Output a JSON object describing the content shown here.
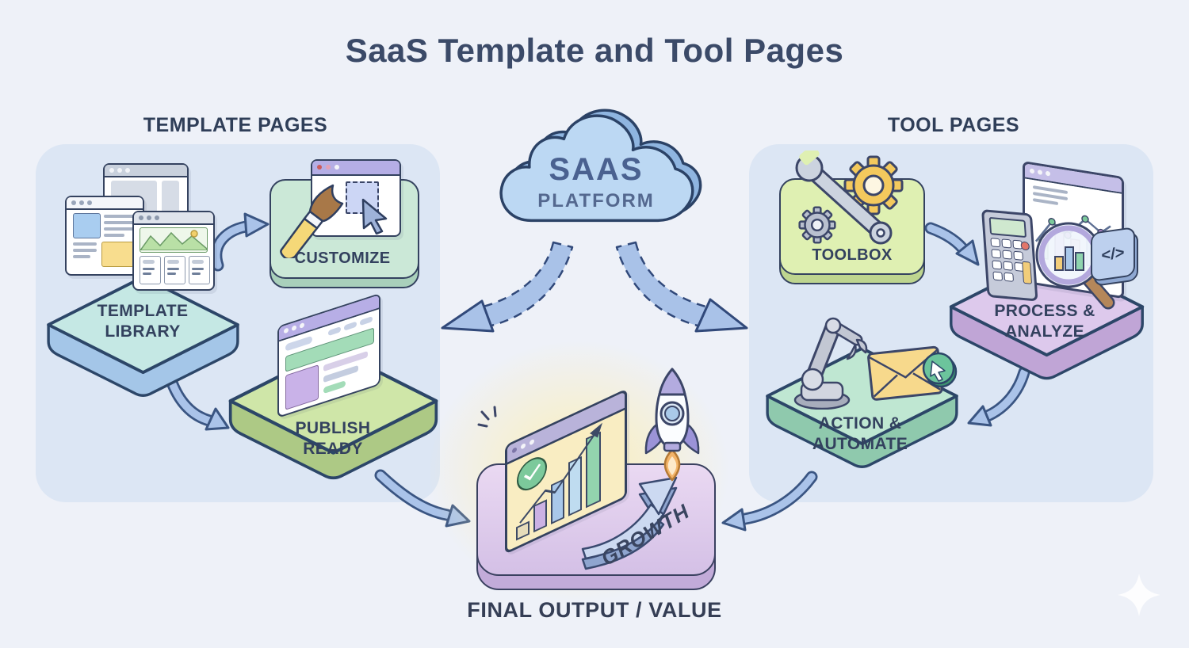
{
  "title": "SaaS Template and Tool Pages",
  "cloud": {
    "line1": "SAAS",
    "line2": "PLATFORM"
  },
  "sections": {
    "templates": {
      "header": "TEMPLATE PAGES",
      "template_library": {
        "line1": "TEMPLATE",
        "line2": "LIBRARY"
      },
      "customize": {
        "label": "CUSTOMIZE"
      },
      "publish_ready": {
        "line1": "PUBLISH",
        "line2": "READY"
      }
    },
    "tools": {
      "header": "TOOL PAGES",
      "toolbox": {
        "label": "TOOLBOX"
      },
      "process_analyze": {
        "line1": "PROCESS &",
        "line2": "ANALYZE"
      },
      "action_automate": {
        "line1": "ACTION &",
        "line2": "AUTOMATE"
      }
    }
  },
  "output": {
    "growth_label": "GROWTH",
    "label": "FINAL OUTPUT / VALUE"
  },
  "icons": {
    "code_symbol": "</>"
  },
  "colors": {
    "background": "#eef1f8",
    "panel": "#dce6f4",
    "ink": "#33415e",
    "outline": "#3c4668",
    "cloud_fill": "#bcd8f3",
    "cloud_shadow": "#8fb5e0",
    "arrow_fill": "#aac3e9",
    "arrow_outline": "#3a5582",
    "template_library_fill": "#c5e8e4",
    "customize_fill": "#cbe8d7",
    "publish_ready_fill": "#cfe6a8",
    "toolbox_fill": "#dff0b2",
    "process_analyze_fill": "#ddc9ec",
    "action_automate_fill": "#bfe7d2",
    "final_output_fill": "#decbee",
    "glow": "#fcefc4",
    "growth_arrow_fill": "#ccd9f1"
  }
}
